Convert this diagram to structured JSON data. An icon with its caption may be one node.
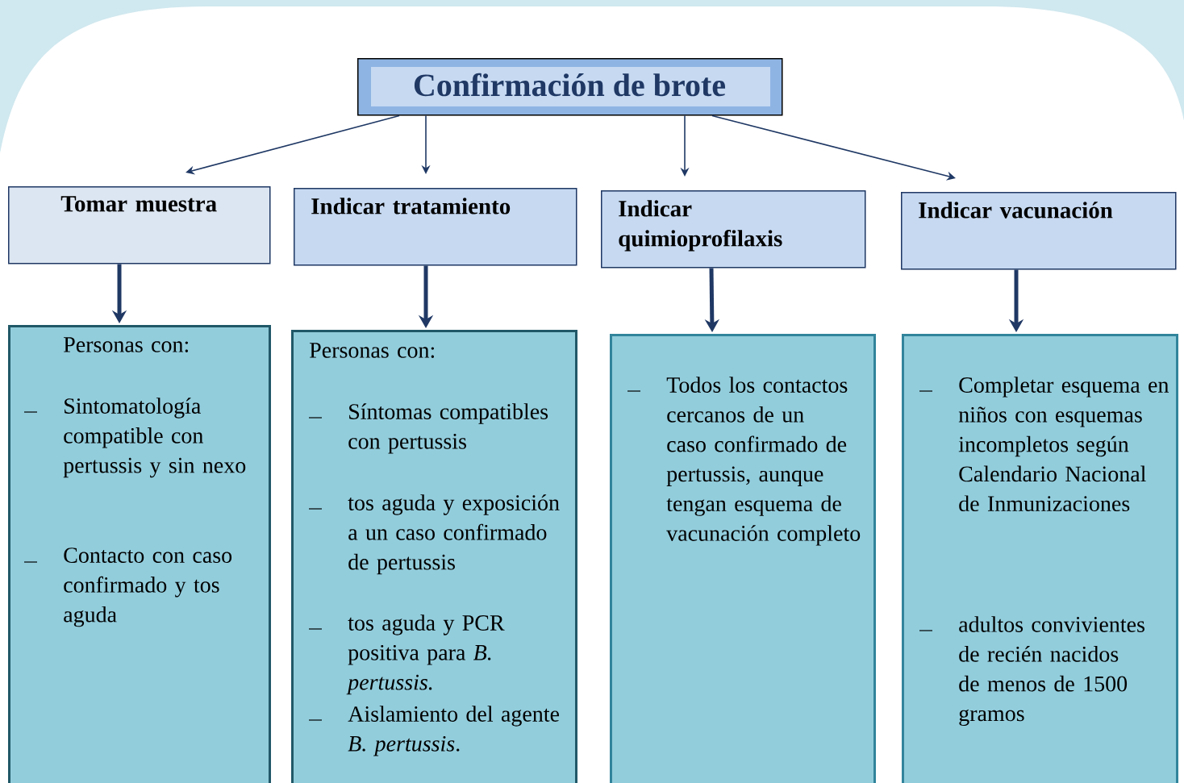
{
  "diagram": {
    "nodes": [
      {
        "text": [
          "Confirmación de brote"
        ]
      },
      {
        "text": [
          "Tomar muestra"
        ]
      },
      {
        "text": [
          "Indicar tratamiento"
        ]
      },
      {
        "text": [
          "Indicar quimioprofilaxis"
        ]
      },
      {
        "text": [
          "Indicar vacunación"
        ]
      },
      {
        "text": [
          "Personas con:",
          "Sintomatología compatible con pertussis y sin nexo",
          "Contacto con caso confirmado y tos aguda"
        ]
      },
      {
        "text": [
          "Personas con:",
          "Síntomas compatibles con pertussis",
          "tos aguda y exposición a un caso confirmado de pertussis",
          "tos aguda y PCR positiva para *B. pertussis.*",
          "Aislamiento del agente *B. pertussis*."
        ]
      },
      {
        "text": [
          "Todos los contactos cercanos de un caso confirmado de pertussis, aunque tengan esquema de vacunación completo"
        ]
      },
      {
        "text": [
          "Completar esquema en niños con esquemas incompletos según Calendario Nacional de Inmunizaciones",
          "adultos convivientes de recién nacidos de menos de 1500 gramos"
        ]
      }
    ],
    "edges": [
      {
        "from": 0,
        "to": 1,
        "arrow": "to"
      },
      {
        "from": 0,
        "to": 2,
        "arrow": "to"
      },
      {
        "from": 0,
        "to": 3,
        "arrow": "to"
      },
      {
        "from": 0,
        "to": 4,
        "arrow": "to"
      },
      {
        "from": 1,
        "to": 5,
        "arrow": "to",
        "style": "thick"
      },
      {
        "from": 2,
        "to": 6,
        "arrow": "to",
        "style": "thick"
      },
      {
        "from": 3,
        "to": 7,
        "arrow": "to",
        "style": "thick"
      },
      {
        "from": 4,
        "to": 8,
        "arrow": "to",
        "style": "thick"
      }
    ]
  }
}
